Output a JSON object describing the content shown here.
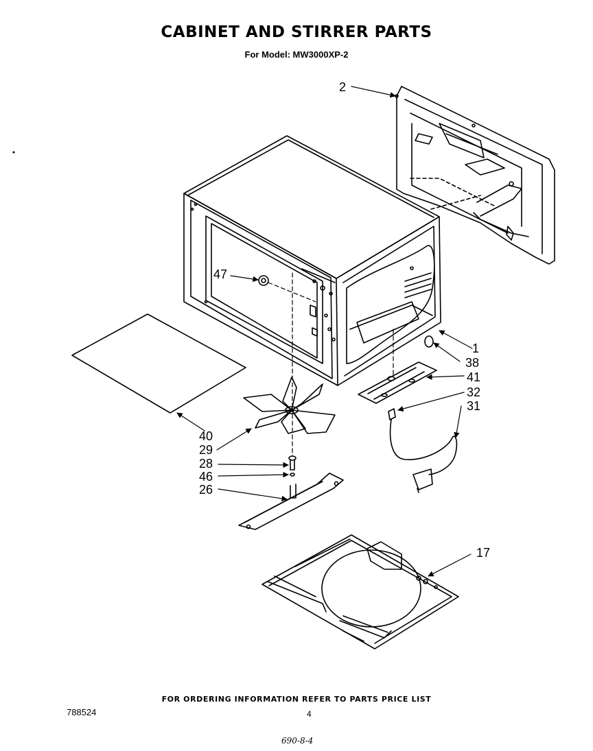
{
  "header": {
    "title": "CABINET AND STIRRER PARTS",
    "model": "For Model: MW3000XP-2"
  },
  "callouts": {
    "c2": "2",
    "c47": "47",
    "c1": "1",
    "c38": "38",
    "c41": "41",
    "c32": "32",
    "c31": "31",
    "c40": "40",
    "c29": "29",
    "c28": "28",
    "c46": "46",
    "c26": "26",
    "c17": "17"
  },
  "footer": {
    "ordering_note": "FOR ORDERING INFORMATION REFER TO PARTS PRICE LIST",
    "document_number": "788524",
    "page_number": "4",
    "handwritten_note": "690-8-4"
  }
}
